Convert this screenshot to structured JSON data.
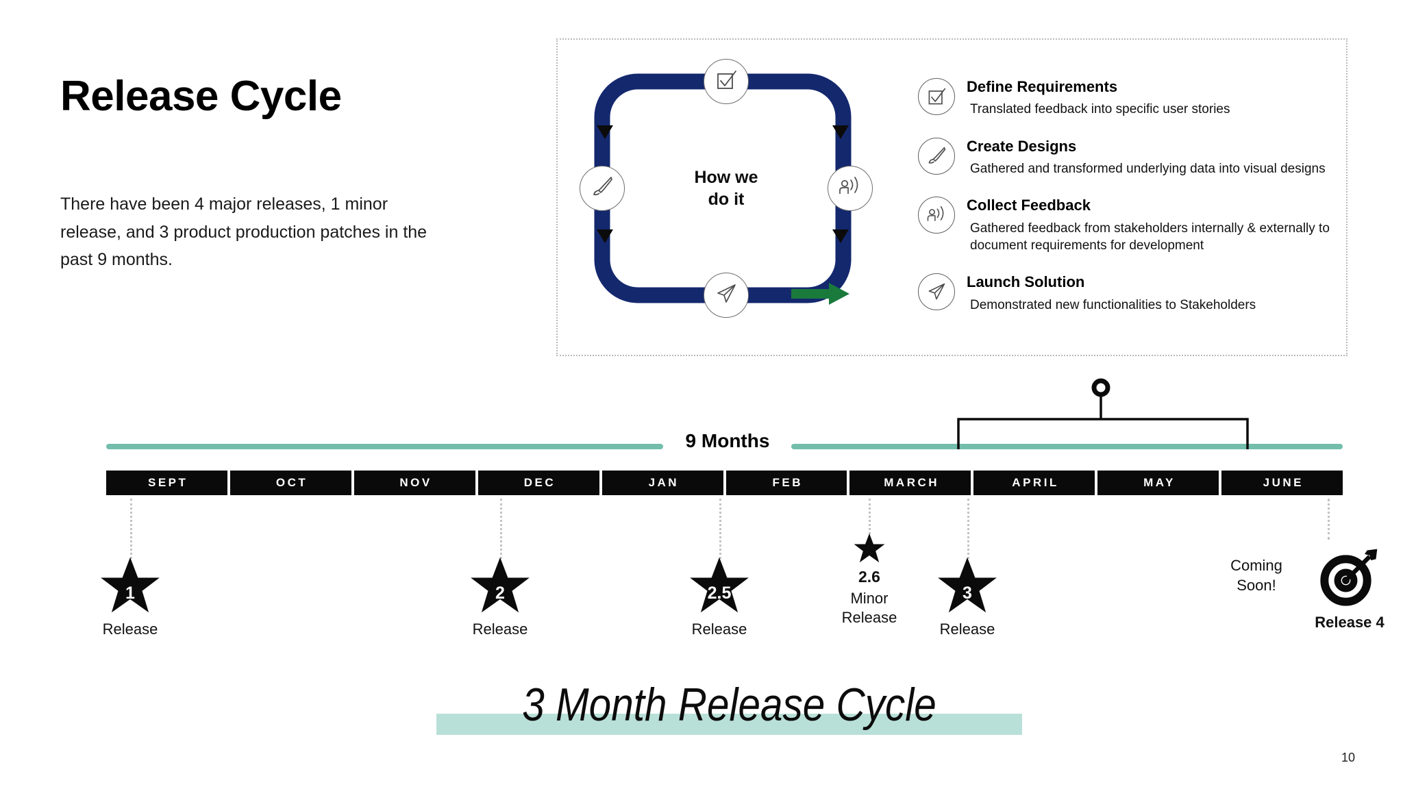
{
  "slide": {
    "title": "Release Cycle",
    "body": "There have been 4 major releases, 1 minor release, and 3 product production patches in the past 9 months.",
    "page_number": "10",
    "banner_text": "3 Month Release Cycle"
  },
  "colors": {
    "navy": "#14286E",
    "green_arrow": "#1A7A3C",
    "teal_rule": "#72BDAC",
    "teal_highlight": "#B9E0D8",
    "month_cell": "#0A0A0A",
    "dropper": "#C3C3C3"
  },
  "cycle": {
    "center_label": "How we\ndo it",
    "nodes": [
      {
        "position": "top",
        "icon": "checkbox-check-icon"
      },
      {
        "position": "right",
        "icon": "feedback-broadcast-icon"
      },
      {
        "position": "bottom",
        "icon": "paper-plane-icon"
      },
      {
        "position": "left",
        "icon": "paintbrush-icon"
      }
    ]
  },
  "legend": {
    "items": [
      {
        "icon": "checkbox-check-icon",
        "title": "Define Requirements",
        "desc": "Translated feedback into specific user stories"
      },
      {
        "icon": "paintbrush-icon",
        "title": "Create Designs",
        "desc": "Gathered and transformed underlying data into visual designs"
      },
      {
        "icon": "feedback-broadcast-icon",
        "title": "Collect Feedback",
        "desc": "Gathered feedback from stakeholders internally & externally to document requirements for development"
      },
      {
        "icon": "paper-plane-icon",
        "title": "Launch Solution",
        "desc": "Demonstrated new functionalities to Stakeholders"
      }
    ]
  },
  "timeline": {
    "duration_label": "9 Months",
    "months": [
      "SEPT",
      "OCT",
      "NOV",
      "DEC",
      "JAN",
      "FEB",
      "MARCH",
      "APRIL",
      "MAY",
      "JUNE"
    ],
    "milestones": [
      {
        "marker": "star",
        "number": "1",
        "label": "Release",
        "size": "large",
        "month": "SEPT"
      },
      {
        "marker": "star",
        "number": "2",
        "label": "Release",
        "size": "large",
        "month": "DEC"
      },
      {
        "marker": "star",
        "number": "2.5",
        "label": "Release",
        "size": "large",
        "month": "FEB"
      },
      {
        "marker": "star",
        "number": "",
        "label": "Minor\nRelease",
        "sub_number": "2.6",
        "size": "small",
        "month": "MARCH"
      },
      {
        "marker": "star",
        "number": "3",
        "label": "Release",
        "size": "large",
        "month": "APRIL"
      },
      {
        "marker": "target",
        "number": "",
        "label": "Release 4",
        "size": "large",
        "month": "JUNE",
        "note": "Coming\nSoon!"
      }
    ]
  }
}
